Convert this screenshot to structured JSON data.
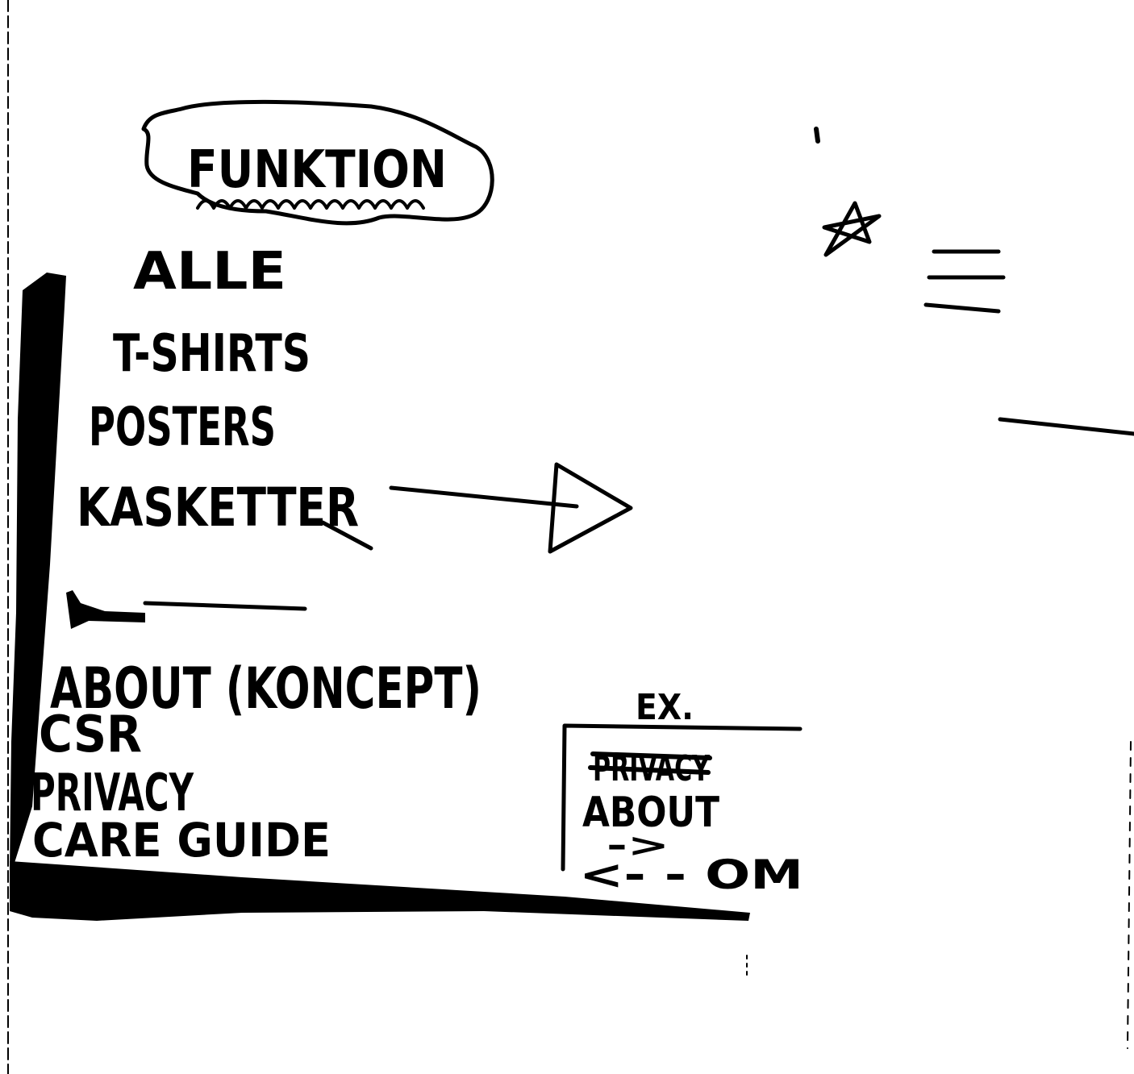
{
  "sketch": {
    "badge": "FUNKTION",
    "menu": {
      "items": [
        {
          "label": "ALLE"
        },
        {
          "label": "T-SHIRTS"
        },
        {
          "label": "POSTERS"
        },
        {
          "label": "KASKETTER"
        }
      ],
      "separator_label": "",
      "info_items": [
        {
          "label": "ABOUT (KONCEPT)"
        },
        {
          "label": "CSR"
        },
        {
          "label": "PRIVACY"
        },
        {
          "label": "CARE GUIDE"
        }
      ]
    },
    "example": {
      "label": "EX.",
      "struck_item": "PRIVACY",
      "item": "ABOUT",
      "arrow": "->",
      "back": "<- - OM"
    },
    "icons": [
      "star-icon",
      "hamburger-menu-icon",
      "arrow-right-icon"
    ]
  }
}
